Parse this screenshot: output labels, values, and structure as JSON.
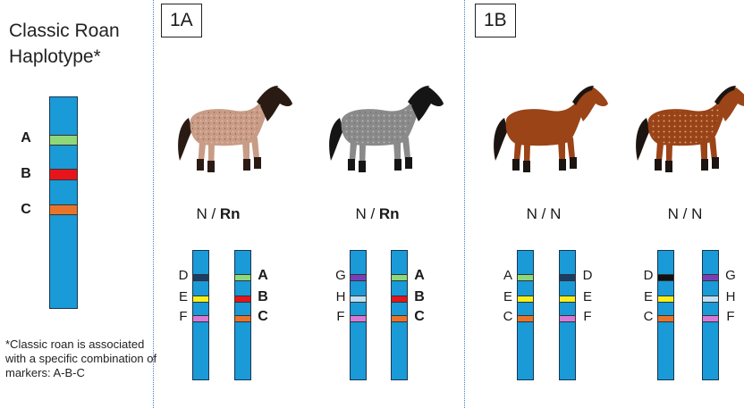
{
  "title": {
    "line1": "Classic Roan",
    "line2": "Haplotype*"
  },
  "reference": {
    "markers": [
      {
        "label": "A",
        "color": "#8fd87a"
      },
      {
        "label": "B",
        "color": "#e8141c"
      },
      {
        "label": "C",
        "color": "#e8742c"
      }
    ]
  },
  "note": "*Classic roan is associated with a specific combination of markers: A-B-C",
  "panels": [
    {
      "label": "1A"
    },
    {
      "label": "1B"
    }
  ],
  "horses": [
    {
      "coat": "red roan",
      "body_color": "#c89c86",
      "mane_color": "#2a1a14",
      "genotype_left": "N / ",
      "genotype_right": "Rn",
      "chromosomes": [
        {
          "markers": [
            {
              "label": "D",
              "color": "#1c3c64"
            },
            {
              "label": "E",
              "color": "#f5f01a"
            },
            {
              "label": "F",
              "color": "#d77ad6"
            }
          ]
        },
        {
          "markers": [
            {
              "label": "A",
              "color": "#8fd87a"
            },
            {
              "label": "B",
              "color": "#e8141c"
            },
            {
              "label": "C",
              "color": "#e8742c"
            }
          ]
        }
      ]
    },
    {
      "coat": "blue roan",
      "body_color": "#8a8a8a",
      "mane_color": "#151515",
      "genotype_left": "N / ",
      "genotype_right": "Rn",
      "chromosomes": [
        {
          "markers": [
            {
              "label": "G",
              "color": "#7a3fb8"
            },
            {
              "label": "H",
              "color": "#bfe0f2"
            },
            {
              "label": "F",
              "color": "#d77ad6"
            }
          ]
        },
        {
          "markers": [
            {
              "label": "A",
              "color": "#8fd87a"
            },
            {
              "label": "B",
              "color": "#e8141c"
            },
            {
              "label": "C",
              "color": "#e8742c"
            }
          ]
        }
      ]
    },
    {
      "coat": "bay",
      "body_color": "#9a4418",
      "mane_color": "#1c1410",
      "genotype_left": "N / N",
      "genotype_right": "",
      "chromosomes": [
        {
          "markers": [
            {
              "label": "A",
              "color": "#8fd87a"
            },
            {
              "label": "E",
              "color": "#f5f01a"
            },
            {
              "label": "C",
              "color": "#e8742c"
            }
          ]
        },
        {
          "markers": [
            {
              "label": "D",
              "color": "#1c3c64"
            },
            {
              "label": "E",
              "color": "#f5f01a"
            },
            {
              "label": "F",
              "color": "#d77ad6"
            }
          ]
        }
      ]
    },
    {
      "coat": "bay with roaning",
      "body_color": "#9a4418",
      "mane_color": "#1c1410",
      "genotype_left": "N / N",
      "genotype_right": "",
      "chromosomes": [
        {
          "markers": [
            {
              "label": "D",
              "color": "#111111"
            },
            {
              "label": "E",
              "color": "#f5f01a"
            },
            {
              "label": "C",
              "color": "#e8742c"
            }
          ]
        },
        {
          "markers": [
            {
              "label": "G",
              "color": "#7a3fb8"
            },
            {
              "label": "H",
              "color": "#bfe0f2"
            },
            {
              "label": "F",
              "color": "#d77ad6"
            }
          ]
        }
      ]
    }
  ]
}
